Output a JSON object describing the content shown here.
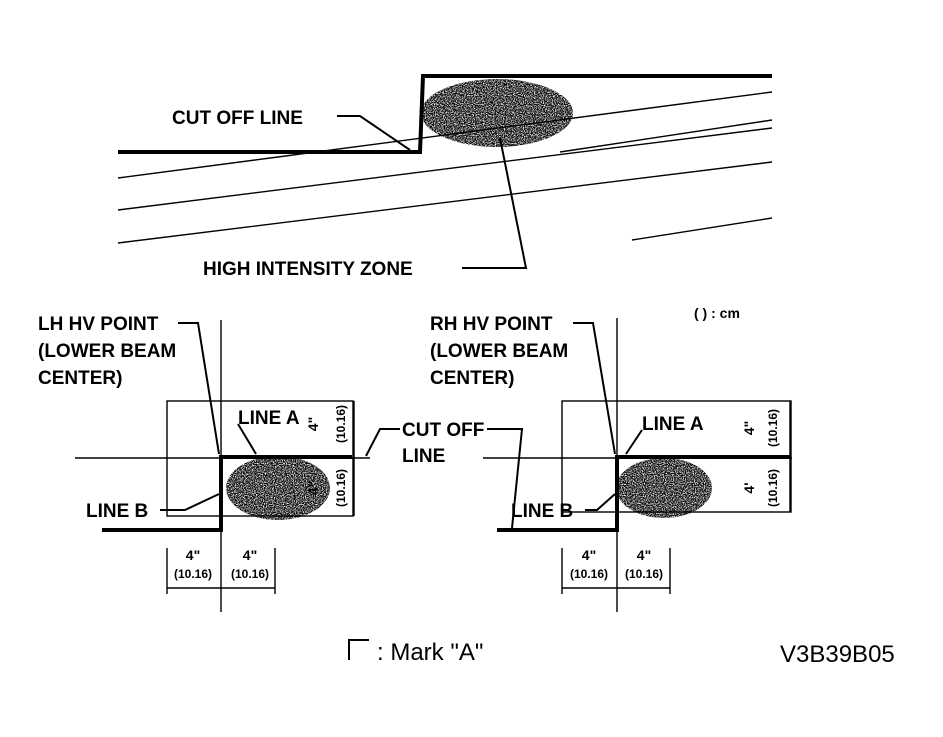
{
  "top_view": {
    "cut_off_line_label": "CUT OFF LINE",
    "high_intensity_label": "HIGH INTENSITY ZONE"
  },
  "unit_note": "( ) : cm",
  "left_panel": {
    "hv_point_lines": [
      "LH HV POINT",
      "(LOWER BEAM",
      "CENTER)"
    ],
    "line_a": "LINE A",
    "line_b": "LINE B",
    "dim_vert_upper": "4\"",
    "dim_vert_upper_cm": "(10.16)",
    "dim_vert_lower": "4\"",
    "dim_vert_lower_cm": "(10.16)",
    "dim_horiz_left": "4\"",
    "dim_horiz_left_cm": "(10.16)",
    "dim_horiz_right": "4\"",
    "dim_horiz_right_cm": "(10.16)"
  },
  "center_label": [
    "CUT OFF",
    "LINE"
  ],
  "right_panel": {
    "hv_point_lines": [
      "RH HV POINT",
      "(LOWER BEAM",
      "CENTER)"
    ],
    "line_a": "LINE A",
    "line_b": "LINE B",
    "dim_vert_upper": "4\"",
    "dim_vert_upper_cm": "(10.16)",
    "dim_vert_lower": "4'",
    "dim_vert_lower_cm": "(10.16)",
    "dim_horiz_left": "4\"",
    "dim_horiz_left_cm": "(10.16)",
    "dim_horiz_right": "4\"",
    "dim_horiz_right_cm": "(10.16)"
  },
  "legend": {
    "mark_label": ": Mark \"A\""
  },
  "figure_code": "V3B39B05"
}
